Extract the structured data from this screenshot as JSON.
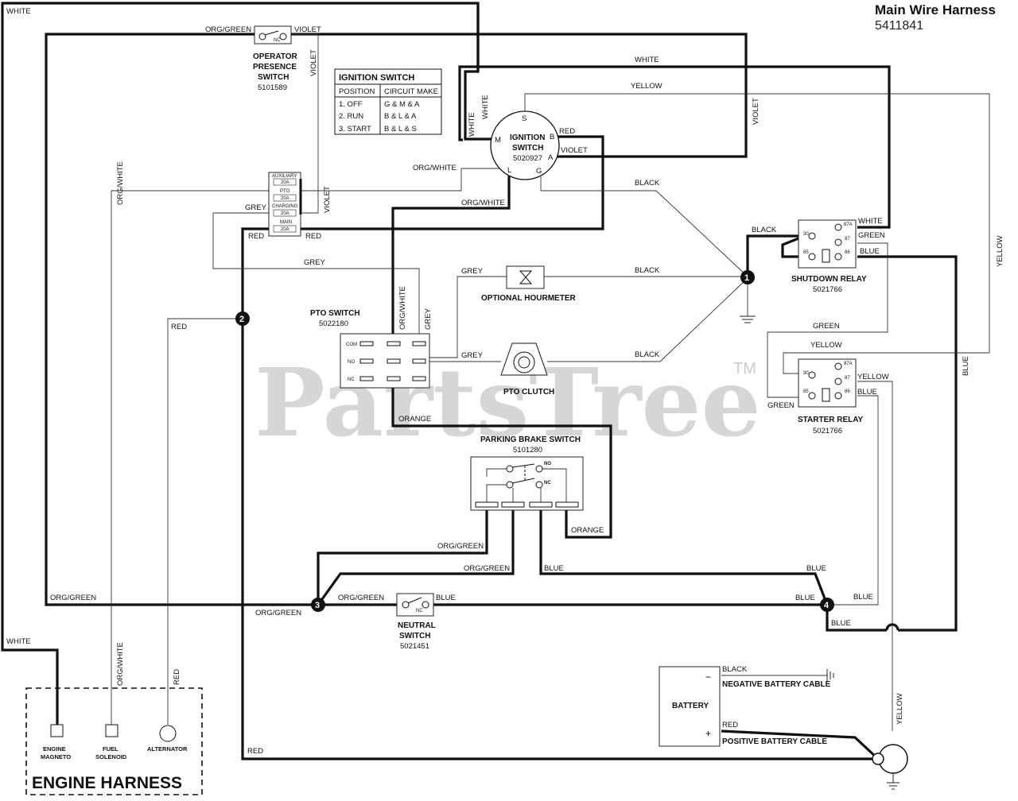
{
  "header": {
    "title": "Main Wire Harness",
    "part_number": "5411841"
  },
  "watermark": {
    "text": "PartsTree",
    "tm": "TM"
  },
  "ignition_table": {
    "title": "IGNITION SWITCH",
    "col_position": "POSITION",
    "col_circuit": "CIRCUIT MAKE",
    "rows": [
      {
        "position": "1. OFF",
        "circuit": "G & M & A"
      },
      {
        "position": "2. RUN",
        "circuit": "B & L & A"
      },
      {
        "position": "3. START",
        "circuit": "B & L & S"
      }
    ]
  },
  "components": {
    "operator_presence": {
      "name1": "OPERATOR",
      "name2": "PRESENCE",
      "name3": "SWITCH",
      "part": "5101589",
      "contact": "NC"
    },
    "ignition_switch": {
      "name1": "IGNITION",
      "name2": "SWITCH",
      "part": "5020927",
      "pins": [
        "S",
        "M",
        "B",
        "A",
        "L",
        "G"
      ]
    },
    "fuse_block": {
      "labels": [
        "AUXILIARY",
        "20A",
        "PTO",
        "20A",
        "CHARGING",
        "20A",
        "MAIN",
        "20A"
      ]
    },
    "pto_switch": {
      "name": "PTO SWITCH",
      "part": "5022180",
      "rows": [
        "COM",
        "NO",
        "NC"
      ]
    },
    "hourmeter": {
      "name": "OPTIONAL HOURMETER"
    },
    "pto_clutch": {
      "name": "PTO CLUTCH"
    },
    "shutdown_relay": {
      "name": "SHUTDOWN RELAY",
      "part": "5021766",
      "pins": [
        "30",
        "87A",
        "87",
        "85",
        "86"
      ]
    },
    "starter_relay": {
      "name": "STARTER RELAY",
      "part": "5021766",
      "pins": [
        "30",
        "87A",
        "87",
        "85",
        "86"
      ]
    },
    "parking_brake": {
      "name": "PARKING BRAKE SWITCH",
      "part": "5101280",
      "contacts": [
        "NO",
        "NC"
      ]
    },
    "neutral_switch": {
      "name1": "NEUTRAL",
      "name2": "SWITCH",
      "part": "5021451",
      "contact": "NC"
    },
    "battery": {
      "name": "BATTERY",
      "neg": "NEGATIVE BATTERY CABLE",
      "pos": "POSITIVE BATTERY CABLE",
      "minus": "−",
      "plus": "+"
    },
    "engine_harness": {
      "title": "ENGINE HARNESS",
      "magneto1": "ENGINE",
      "magneto2": "MAGNETO",
      "solenoid1": "FUEL",
      "solenoid2": "SOLENOID",
      "alternator": "ALTERNATOR"
    }
  },
  "junctions": [
    "1",
    "2",
    "3",
    "4"
  ],
  "wire_colors": {
    "white": "WHITE",
    "org_green": "ORG/GREEN",
    "violet": "VIOLET",
    "yellow": "YELLOW",
    "red": "RED",
    "org_white": "ORG/WHITE",
    "black": "BLACK",
    "grey": "GREY",
    "green": "GREEN",
    "blue": "BLUE",
    "orange": "ORANGE"
  }
}
